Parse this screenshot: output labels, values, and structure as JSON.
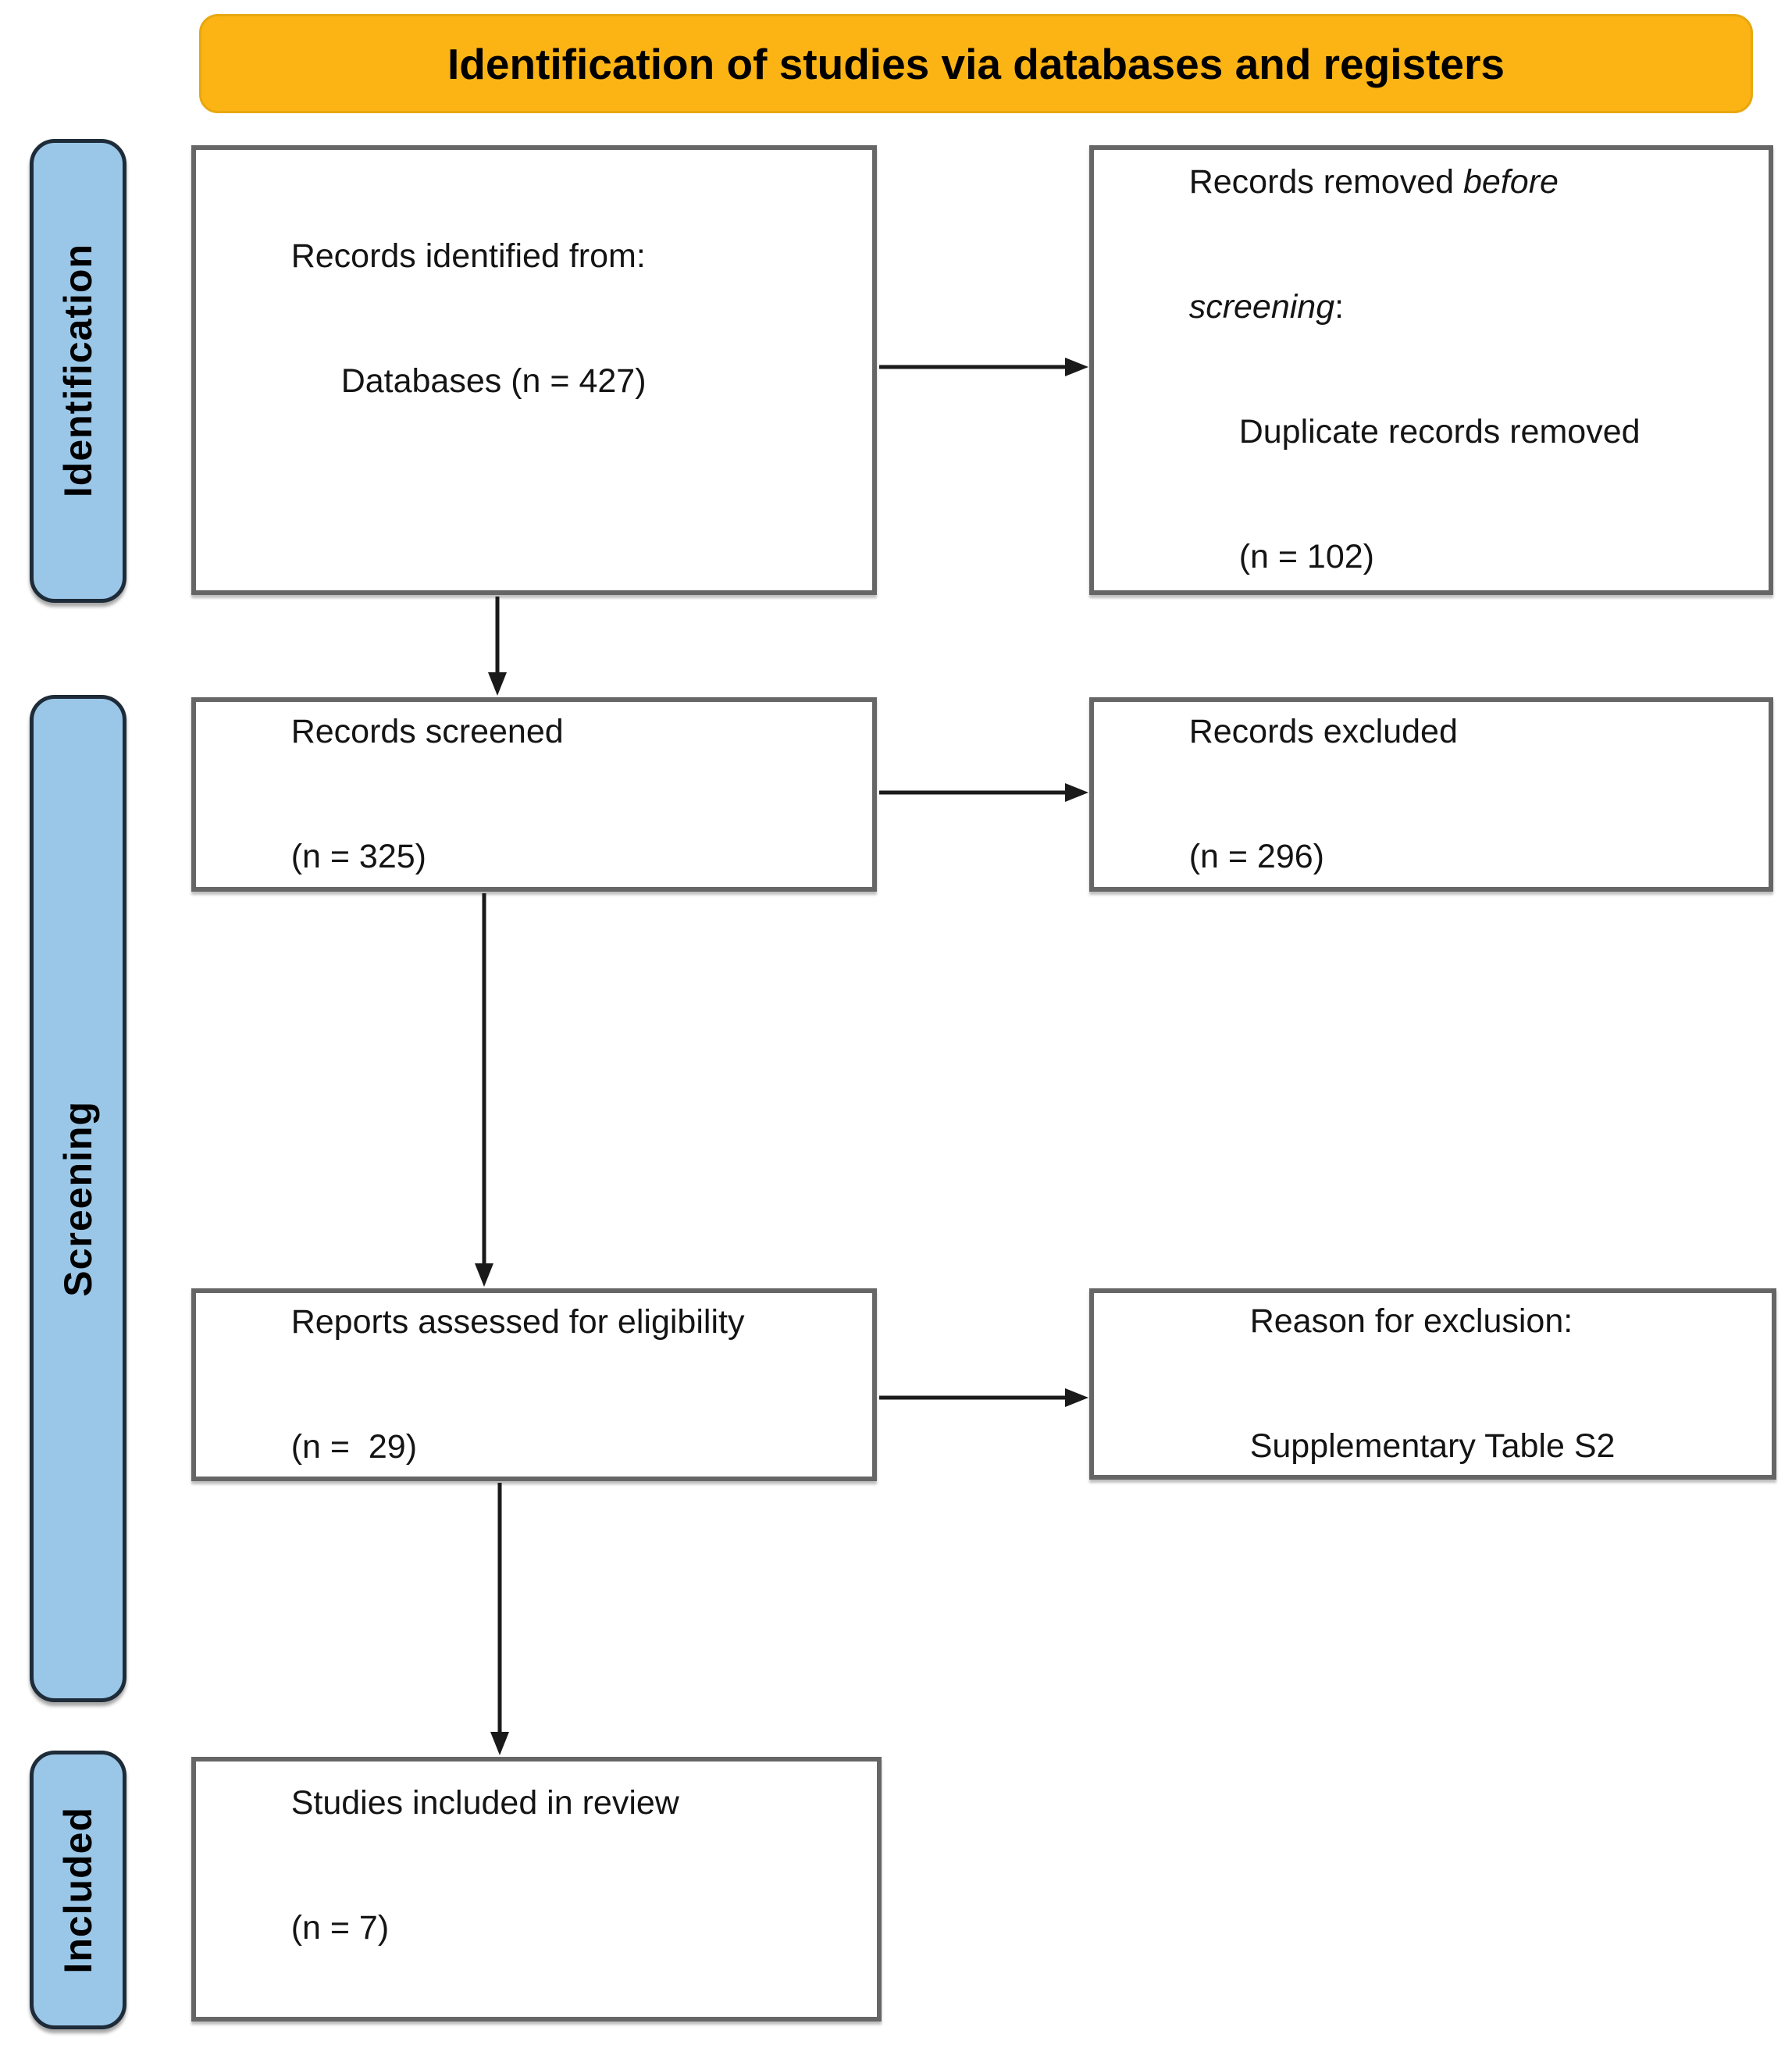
{
  "banner": {
    "label": "Identification of studies via databases and registers"
  },
  "stages": [
    {
      "label": "Identification"
    },
    {
      "label": "Screening"
    },
    {
      "label": "Included"
    }
  ],
  "boxes": [
    {
      "name": "records-identified",
      "lines": [
        {
          "indent": 0,
          "segments": [
            {
              "text": "Records identified from:"
            }
          ]
        },
        {
          "indent": 1,
          "segments": [
            {
              "text": "Databases (n = 427)"
            }
          ]
        }
      ]
    },
    {
      "name": "records-removed-before-screening",
      "lines": [
        {
          "indent": 0,
          "segments": [
            {
              "text": "Records removed "
            },
            {
              "text": "before",
              "italic": true
            }
          ]
        },
        {
          "indent": 0,
          "segments": [
            {
              "text": "screening",
              "italic": true
            },
            {
              "text": ":"
            }
          ]
        },
        {
          "indent": 1,
          "segments": [
            {
              "text": "Duplicate records removed"
            }
          ]
        },
        {
          "indent": 1,
          "segments": [
            {
              "text": "(n = 102)"
            }
          ]
        }
      ]
    },
    {
      "name": "records-screened",
      "lines": [
        {
          "indent": 0,
          "segments": [
            {
              "text": "Records screened"
            }
          ]
        },
        {
          "indent": 0,
          "segments": [
            {
              "text": "(n = 325)"
            }
          ]
        }
      ]
    },
    {
      "name": "records-excluded",
      "lines": [
        {
          "indent": 0,
          "segments": [
            {
              "text": "Records excluded"
            }
          ]
        },
        {
          "indent": 0,
          "segments": [
            {
              "text": "(n = 296)"
            }
          ]
        }
      ]
    },
    {
      "name": "reports-assessed",
      "lines": [
        {
          "indent": 0,
          "segments": [
            {
              "text": "Reports assessed for eligibility"
            }
          ]
        },
        {
          "indent": 0,
          "segments": [
            {
              "text": "(n =  29)"
            }
          ]
        }
      ]
    },
    {
      "name": "reason-for-exclusion",
      "lines": [
        {
          "indent": 0,
          "segments": [
            {
              "text": "Reason for exclusion:"
            }
          ]
        },
        {
          "indent": 0,
          "segments": [
            {
              "text": "Supplementary Table S2"
            }
          ]
        }
      ]
    },
    {
      "name": "studies-included",
      "lines": [
        {
          "indent": 0,
          "segments": [
            {
              "text": "Studies included in review"
            }
          ]
        },
        {
          "indent": 0,
          "segments": [
            {
              "text": "(n = 7)"
            }
          ]
        }
      ]
    }
  ],
  "colors": {
    "banner-bg": "#FCB415",
    "banner-border": "#E8A70E",
    "stage-bg": "#9AC7E8",
    "stage-border": "#1E2B38",
    "box-border": "#666666",
    "arrow": "#1A1A1A",
    "text": "#141414"
  }
}
